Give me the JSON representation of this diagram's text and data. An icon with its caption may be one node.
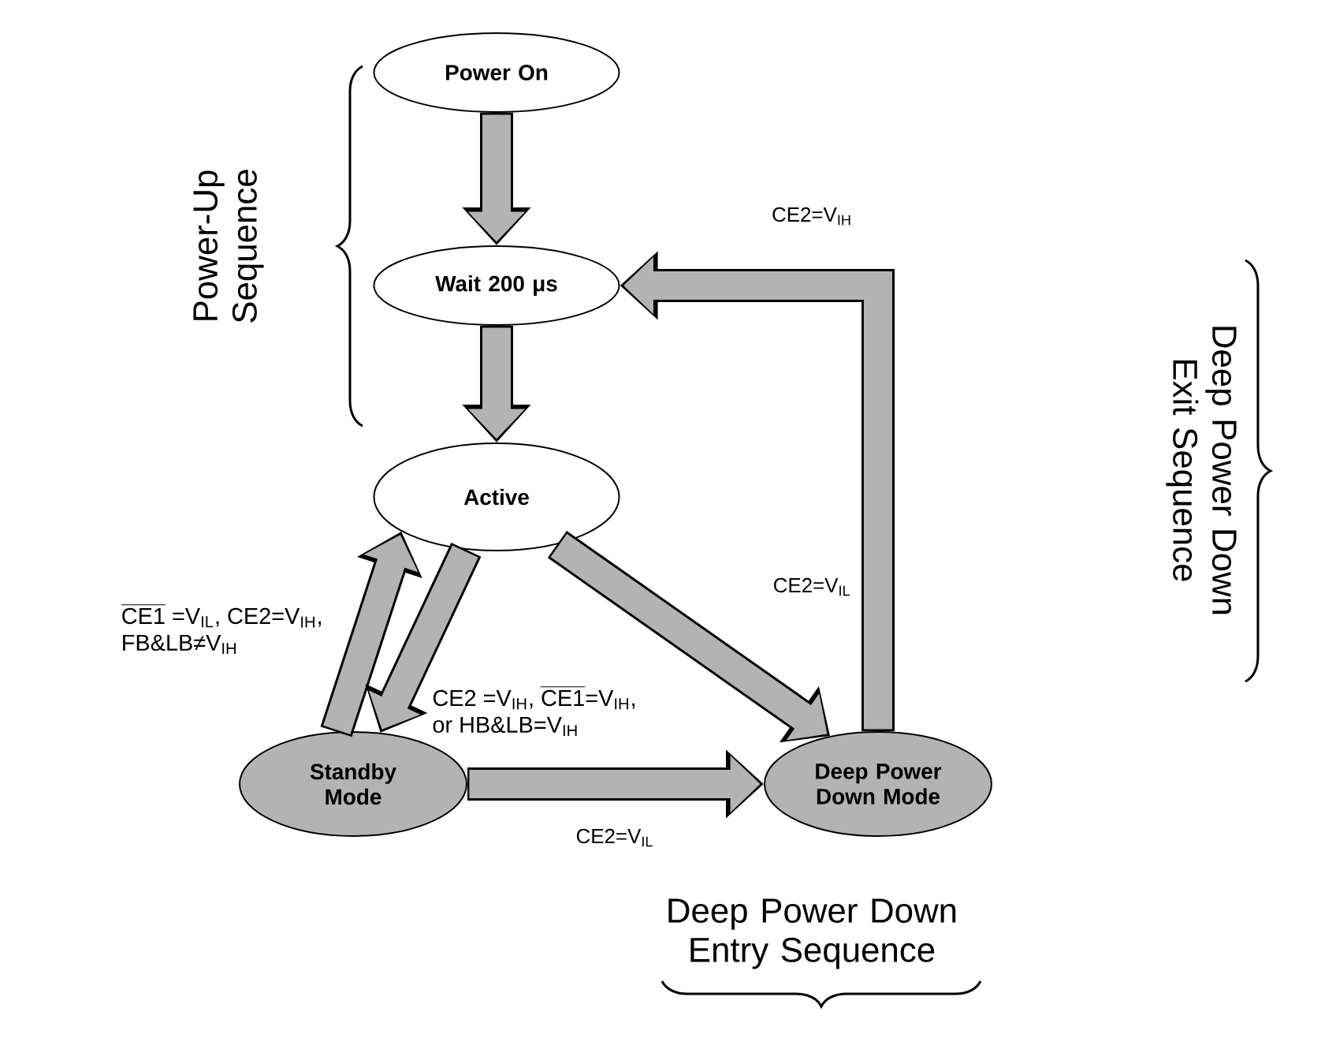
{
  "diagram": {
    "nodes": [
      {
        "text": [
          "Power On"
        ]
      },
      {
        "text": [
          "Wait 200 μs"
        ]
      },
      {
        "text": [
          "Active"
        ]
      },
      {
        "text": [
          "Standby Mode"
        ]
      },
      {
        "text": [
          "Deep Power Down Mode"
        ]
      }
    ],
    "edges": [
      {
        "from": 0,
        "to": 1,
        "arrow": "to"
      },
      {
        "from": 1,
        "to": 2,
        "arrow": "to"
      },
      {
        "from": 3,
        "to": 2,
        "arrow": "to",
        "label": "\\begin{array}{@{}l@{}}\\overline{\\text{CE1}}\\text{ =V}_{\\text{IL}}\\text{, CE2=V}_{\\text{IH}}\\text{,}\\\\ \\text{FB\\&LB}\\text{≠}\\text{V}_{\\text{IH}}\\end{array}"
      },
      {
        "from": 2,
        "to": 3,
        "arrow": "to",
        "label": "\\begin{array}{@{}l@{}}\\text{CE2 =V}_{\\text{IH}}\\text{, }\\overline{\\text{CE1}}\\text{=V}_{\\text{IH}}\\text{,}\\\\ \\text{or HB\\&LB=V}_{\\text{IH}}\\end{array}"
      },
      {
        "from": 2,
        "to": 4,
        "arrow": "to",
        "label": "CE2=V$_{IL}$"
      },
      {
        "from": 3,
        "to": 4,
        "arrow": "to",
        "label": "CE2=V$_{IL}$"
      },
      {
        "from": 4,
        "to": 1,
        "arrow": "to",
        "label": "CE2=V$_{IH}$"
      }
    ],
    "labels": [
      "Power-Up Sequence",
      "Deep Power Down Exit Sequence",
      "Deep Power Down Entry Sequence"
    ]
  }
}
